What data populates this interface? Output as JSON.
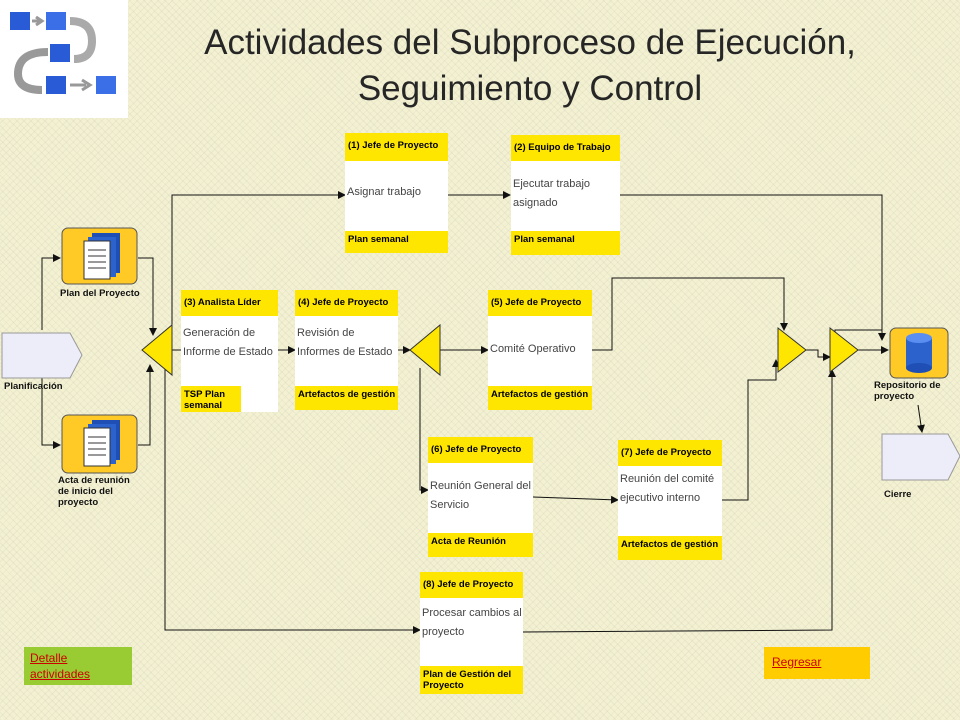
{
  "title_line1": "Actividades del Subproceso de Ejecución,",
  "title_line2": "Seguimiento y Control",
  "colors": {
    "accent": "#ffe600",
    "doc_blue": "#1f4fb5",
    "button_green": "#99cc33",
    "button_orange": "#ffcc00",
    "link_red": "#cc0000"
  },
  "activities": [
    {
      "role": "(1) Jefe de Proyecto",
      "task": "Asignar trabajo",
      "artifact": "Plan semanal"
    },
    {
      "role": "(2) Equipo de Trabajo",
      "task": "Ejecutar trabajo asignado",
      "artifact": "Plan semanal"
    },
    {
      "role": "(3) Analista Líder",
      "task": "Generación de Informe de Estado",
      "artifact": "TSP Plan semanal"
    },
    {
      "role": "(4) Jefe de Proyecto",
      "task": "Revisión de Informes de Estado",
      "artifact": "Artefactos de gestión"
    },
    {
      "role": "(5) Jefe de Proyecto",
      "task": "Comité Operativo",
      "artifact": "Artefactos de gestión"
    },
    {
      "role": "(6) Jefe de Proyecto",
      "task": "Reunión General del Servicio",
      "artifact": "Acta de Reunión"
    },
    {
      "role": "(7) Jefe de Proyecto",
      "task": "Reunión del comité ejecutivo interno",
      "artifact": "Artefactos de gestión"
    },
    {
      "role": "(8) Jefe de Proyecto",
      "task": "Procesar cambios al proyecto",
      "artifact": "Plan de Gestión del Proyecto"
    }
  ],
  "documents": {
    "plan": "Plan del Proyecto",
    "acta": "Acta de reunión de inicio del proyecto",
    "repo": "Repositorio de proyecto"
  },
  "processes": {
    "start": "Planificación",
    "end": "Cierre"
  },
  "buttons": {
    "detail": "Detalle actividades",
    "back": "Regresar"
  },
  "icons": {
    "logo": "process-flow-icon",
    "document": "document-stack-icon",
    "database": "database-icon",
    "gateway": "merge-triangle-icon"
  }
}
